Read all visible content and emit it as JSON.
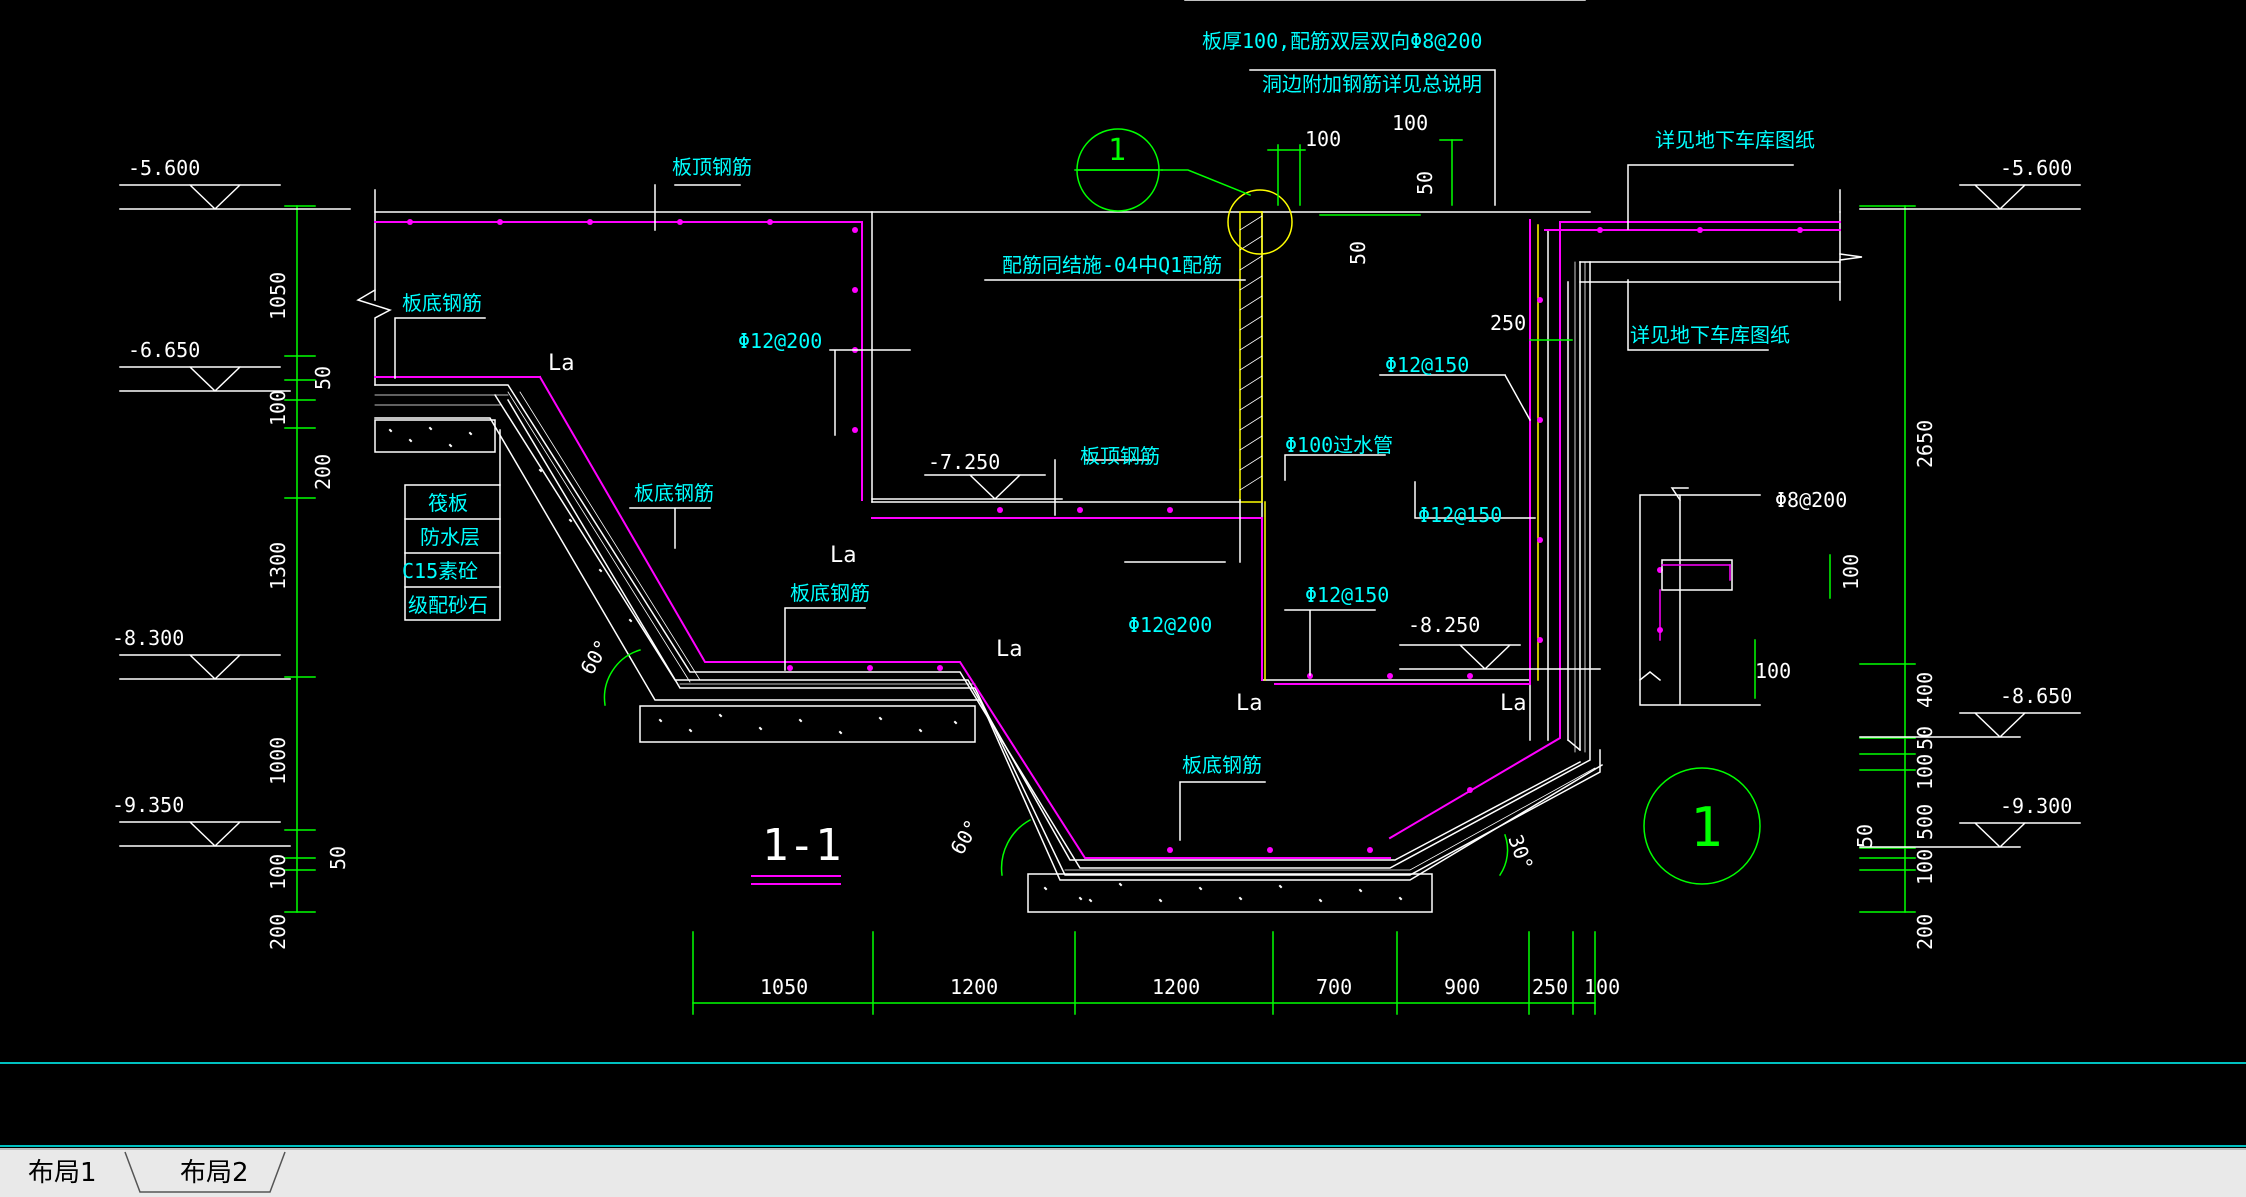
{
  "colors": {
    "background": "#000000",
    "outline": "#ffffff",
    "rebar": "#ff00ff",
    "dimension": "#00ff00",
    "text": "#00ffff",
    "water_pipe": "#ffff00",
    "tab_bar": "#e9e9e9"
  },
  "elevations": {
    "e1": "-5.600",
    "e2": "-6.650",
    "e3": "-8.300",
    "e4": "-9.350",
    "e5": "-7.250",
    "e6": "-8.250",
    "e7": "-5.600",
    "e8": "-8.650",
    "e9": "-9.300"
  },
  "labels": {
    "slab_top_rebar": "板顶钢筋",
    "slab_bottom_rebar": "板底钢筋",
    "la": "La",
    "phi12_200": "Φ12@200",
    "phi12_150": "Φ12@150",
    "phi8_200": "Φ8@200",
    "phi100_pipe": "Φ100过水管",
    "rebar_ref": "配筋同结施-04中Q1配筋",
    "slab_note_1": "板厚100,配筋双层双向Φ8@200",
    "slab_note_2": "洞边附加钢筋详见总说明",
    "see_garage_1": "详见地下车库图纸",
    "see_garage_2": "详见地下车库图纸",
    "layer_1": "筏板",
    "layer_2": "防水层",
    "layer_3": "C15素砼",
    "layer_4": "级配砂石",
    "section": "1-1",
    "detail_no": "1",
    "angle_60a": "60°",
    "angle_60b": "60°",
    "angle_30": "30°"
  },
  "dims": {
    "left": [
      "1050",
      "50",
      "100",
      "200",
      "1300",
      "1000",
      "100",
      "50",
      "200"
    ],
    "right": [
      "2650",
      "400",
      "50",
      "100",
      "500",
      "50",
      "100",
      "200"
    ],
    "bottom": [
      "1050",
      "1200",
      "1200",
      "700",
      "900",
      "250",
      "100"
    ],
    "top_100a": "100",
    "top_100b": "100",
    "top_50a": "50",
    "top_50b": "50",
    "wall_250": "250",
    "detail_100a": "100",
    "detail_100b": "100"
  },
  "tabs": [
    "布局1",
    "布局2"
  ]
}
